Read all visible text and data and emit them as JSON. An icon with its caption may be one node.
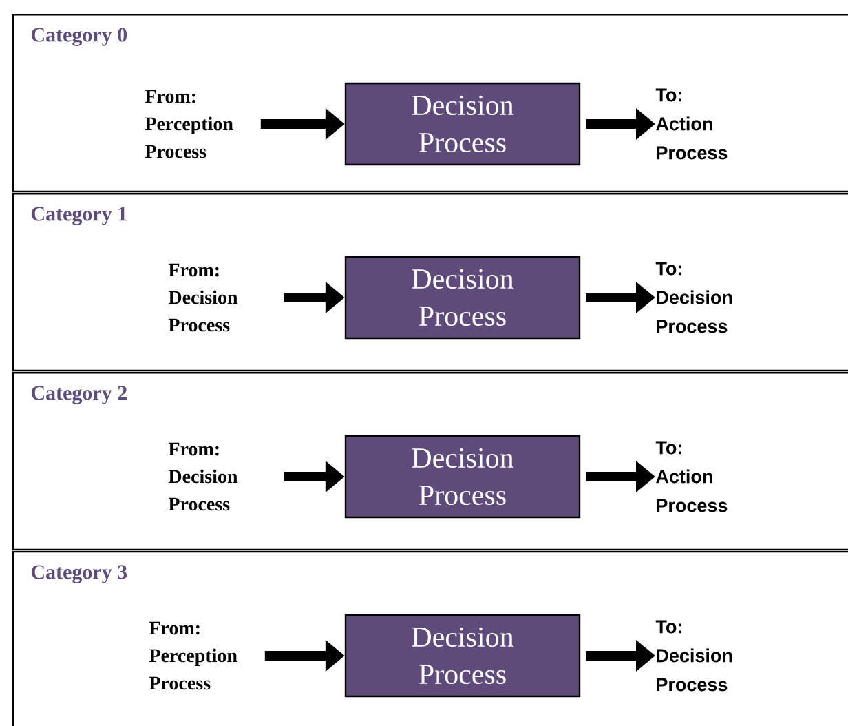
{
  "diagram": {
    "nodes": [
      {
        "text": [
          "Category 0"
        ]
      },
      {
        "text": [
          "From: Perception Process"
        ],
        "in": 0
      },
      {
        "text": [
          "Decision Process"
        ],
        "in": 0
      },
      {
        "text": [
          "To: Action Process"
        ],
        "in": 0
      },
      {
        "text": [
          "Category 1"
        ]
      },
      {
        "text": [
          "From: Decision Process"
        ],
        "in": 4
      },
      {
        "text": [
          "Decision Process"
        ],
        "in": 4
      },
      {
        "text": [
          "To: Decision Process"
        ],
        "in": 4
      },
      {
        "text": [
          "Category 2"
        ]
      },
      {
        "text": [
          "From: Decision Process"
        ],
        "in": 8
      },
      {
        "text": [
          "Decision Process"
        ],
        "in": 8
      },
      {
        "text": [
          "To: Action Process"
        ],
        "in": 8
      },
      {
        "text": [
          "Category 3"
        ]
      },
      {
        "text": [
          "From: Perception Process"
        ],
        "in": 12
      },
      {
        "text": [
          "Decision Process"
        ],
        "in": 12
      },
      {
        "text": [
          "To: Decision Process"
        ],
        "in": 12
      }
    ],
    "edges": [
      {
        "from": 1,
        "to": 2,
        "arrow": "to"
      },
      {
        "from": 2,
        "to": 3,
        "arrow": "to"
      },
      {
        "from": 5,
        "to": 6,
        "arrow": "to"
      },
      {
        "from": 6,
        "to": 7,
        "arrow": "to"
      },
      {
        "from": 9,
        "to": 10,
        "arrow": "to"
      },
      {
        "from": 10,
        "to": 11,
        "arrow": "to"
      },
      {
        "from": 13,
        "to": 14,
        "arrow": "to"
      },
      {
        "from": 14,
        "to": 15,
        "arrow": "to"
      }
    ]
  }
}
